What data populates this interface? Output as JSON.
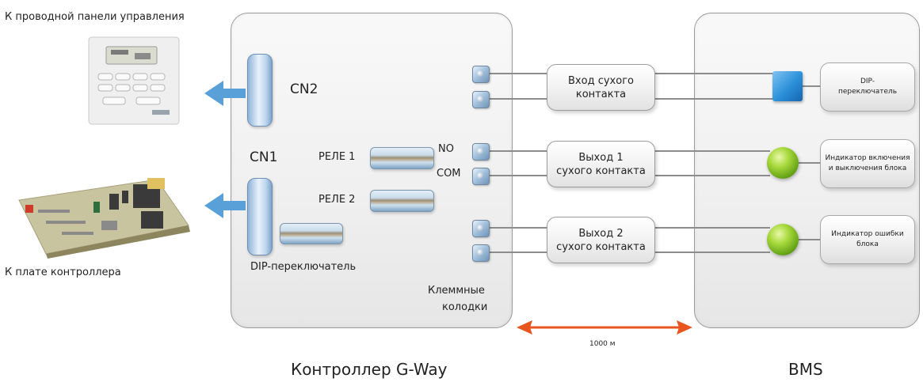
{
  "labels": {
    "remote_panel": "К проводной панели управления",
    "controller_board": "К плате контроллера",
    "cn2": "CN2",
    "cn1": "CN1",
    "relay1": "РЕЛЕ 1",
    "relay2": "РЕЛЕ 2",
    "dip_switch": "DIP-переключатель",
    "no": "NO",
    "com": "COM",
    "terminal_blocks_line1": "Клеммные",
    "terminal_blocks_line2": "колодки",
    "distance": "1000 м",
    "caption_left": "Контроллер G-Way",
    "caption_right": "BMS"
  },
  "contact_boxes": [
    {
      "line1": "Вход сухого",
      "line2": "контакта"
    },
    {
      "line1": "Выход 1",
      "line2": "сухого контакта"
    },
    {
      "line1": "Выход 2",
      "line2": "сухого контакта"
    }
  ],
  "bms_boxes": [
    {
      "line1": "DIP-",
      "line2": "переключатель"
    },
    {
      "line1": "Индикатор включения",
      "line2": "и выключения блока"
    },
    {
      "line1": "Индикатор ошибки",
      "line2": "блока"
    }
  ],
  "colors": {
    "connector_blue": "#8fb3d8",
    "arrow_orange": "#e8551e",
    "led_green": "#7fc21f",
    "dip_blue": "#2b8fd8"
  }
}
